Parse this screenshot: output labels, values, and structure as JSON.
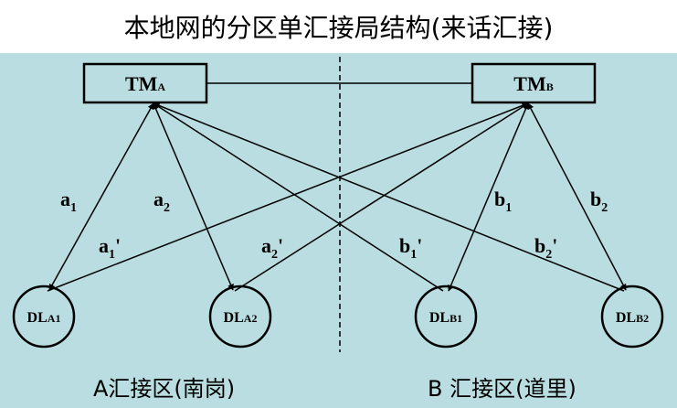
{
  "title": "本地网的分区单汇接局结构(来话汇接)",
  "nodes": {
    "tma": {
      "main": "TM",
      "sub": "A"
    },
    "tmb": {
      "main": "TM",
      "sub": "B"
    },
    "dla1": {
      "main": "DL",
      "sub": "A1"
    },
    "dla2": {
      "main": "DL",
      "sub": "A2"
    },
    "dlb1": {
      "main": "DL",
      "sub": "B1"
    },
    "dlb2": {
      "main": "DL",
      "sub": "B2"
    }
  },
  "links": {
    "a1": {
      "base": "a",
      "sub": "1",
      "prime": ""
    },
    "a2": {
      "base": "a",
      "sub": "2",
      "prime": ""
    },
    "a1p": {
      "base": "a",
      "sub": "1",
      "prime": "'"
    },
    "a2p": {
      "base": "a",
      "sub": "2",
      "prime": "'"
    },
    "b1": {
      "base": "b",
      "sub": "1",
      "prime": ""
    },
    "b2": {
      "base": "b",
      "sub": "2",
      "prime": ""
    },
    "b1p": {
      "base": "b",
      "sub": "1",
      "prime": "'"
    },
    "b2p": {
      "base": "b",
      "sub": "2",
      "prime": "'"
    }
  },
  "regions": {
    "a": "A汇接区(南岗)",
    "b": "B 汇接区(道里)"
  },
  "colors": {
    "panel": "#b9dde0",
    "line": "#000000"
  }
}
